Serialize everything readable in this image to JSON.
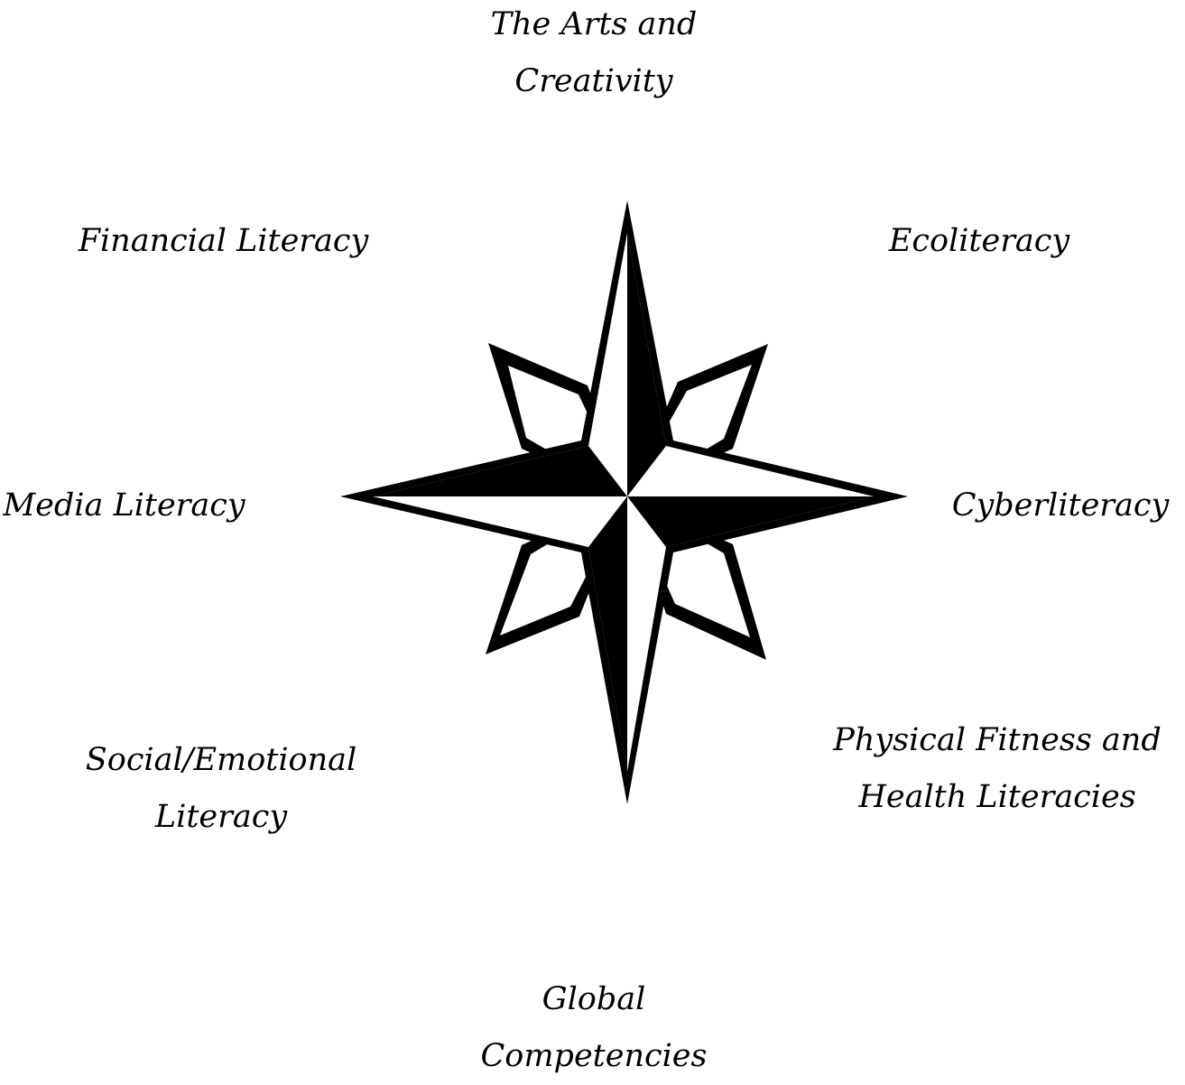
{
  "labels": {
    "top": [
      "The Arts and",
      "Creativity"
    ],
    "northeast": [
      "Ecoliteracy"
    ],
    "east": [
      "Cyberliteracy"
    ],
    "southeast": [
      "Physical Fitness and",
      "Health Literacies"
    ],
    "bottom": [
      "Global",
      "Competencies"
    ],
    "southwest": [
      "Social/Emotional",
      "Literacy"
    ],
    "west": [
      "Media Literacy"
    ],
    "northwest": [
      "Financial Literacy"
    ]
  },
  "colors": {
    "ink": "#000000",
    "paper": "#ffffff"
  },
  "icon": "compass-rose-icon"
}
